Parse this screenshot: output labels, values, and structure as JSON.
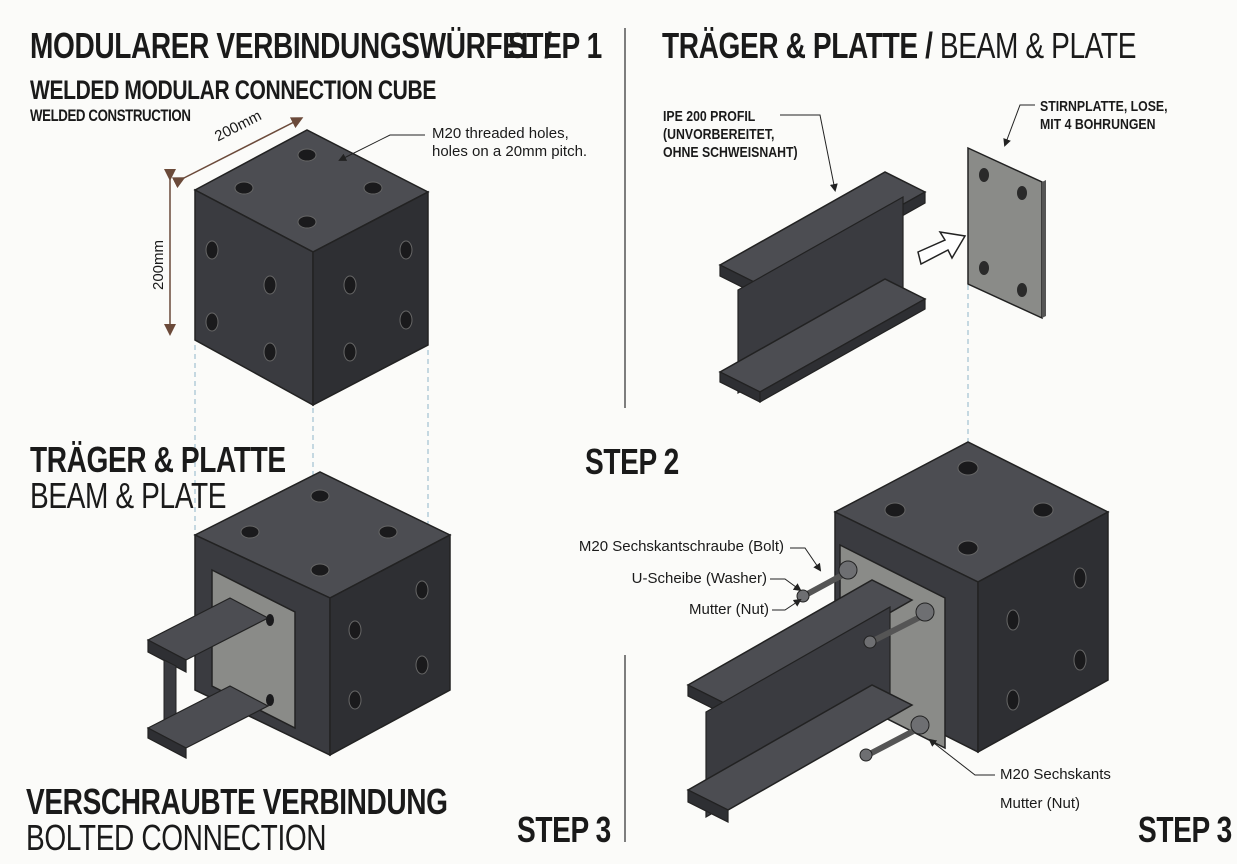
{
  "panel1": {
    "title": "MODULARER VERBINDUNGSWÜRFEL /",
    "step": "STEP 1",
    "subtitle": "WELDED MODULAR CONNECTION CUBE",
    "subtitle2": "WELDED CONSTRUCTION",
    "dim_width": "200mm",
    "dim_height": "200mm",
    "note_line1": "M20 threaded holes,",
    "note_line2": "holes on a 20mm pitch."
  },
  "panel2": {
    "title_a": "TRÄGER & PLATTE / ",
    "title_b": "BEAM & PLATE",
    "beam_label_1": "IPE 200 PROFIL",
    "beam_label_2": "(UNVORBEREITET,",
    "beam_label_3": "OHNE SCHWEISNAHT)",
    "plate_label_1": "STIRNPLATTE, LOSE,",
    "plate_label_2": "MIT 4 BOHRUNGEN",
    "step": "STEP 2"
  },
  "panel3": {
    "title": "TRÄGER & PLATTE",
    "title_en": "BEAM & PLATE",
    "bottom_title": "VERSCHRAUBTE VERBINDUNG",
    "bottom_title_en": "BOLTED CONNECTION",
    "step": "STEP 3"
  },
  "panel4": {
    "bolt": "M20 Sechskantschraube (Bolt)",
    "washer": "U-Scheibe (Washer)",
    "nut": "Mutter (Nut)",
    "hex_nut_1": "M20 Sechskants",
    "hex_nut_2": "Mutter (Nut)",
    "step": "STEP 3"
  },
  "colors": {
    "steel_top": "#4c4d52",
    "steel_left": "#3a3b40",
    "steel_right": "#2e2f33",
    "plate": "#8a8b88",
    "dim_arrow": "#6b4a3a",
    "guide": "#8fb6c9"
  }
}
